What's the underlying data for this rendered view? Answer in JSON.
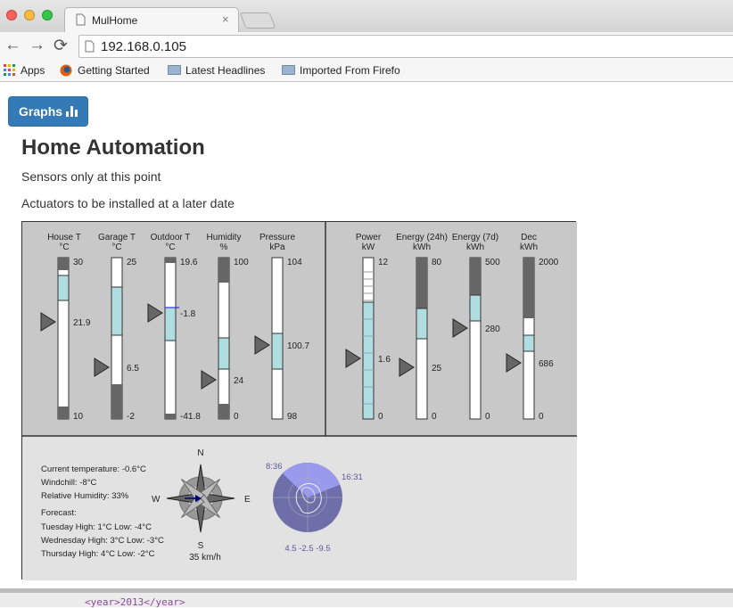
{
  "browser": {
    "tab_title": "MulHome",
    "tab_close": "×",
    "url": "192.168.0.105",
    "back": "←",
    "forward": "→",
    "reload": "⟳",
    "bookmarks": [
      {
        "label": "Apps",
        "icon": "apps-grid-icon"
      },
      {
        "label": "Getting Started",
        "icon": "firefox-icon"
      },
      {
        "label": "Latest Headlines",
        "icon": "folder-icon"
      },
      {
        "label": "Imported From Firefo",
        "icon": "folder-icon"
      }
    ]
  },
  "page": {
    "button_label": "Graphs",
    "title": "Home Automation",
    "line1": "Sensors only at this point",
    "line2": "Actuators to be installed at a later date"
  },
  "gauges": [
    {
      "label1": "House T",
      "label2": "°C",
      "max": "30",
      "min": "10",
      "value": "21.9"
    },
    {
      "label1": "Garage T",
      "label2": "°C",
      "max": "25",
      "min": "-2",
      "value": "6.5"
    },
    {
      "label1": "Outdoor T",
      "label2": "°C",
      "max": "19.6",
      "min": "-41.8",
      "value": "-1.8"
    },
    {
      "label1": "Humidity",
      "label2": "%",
      "max": "100",
      "min": "0",
      "value": "24"
    },
    {
      "label1": "Pressure",
      "label2": "kPa",
      "max": "104",
      "min": "98",
      "value": "100.7"
    },
    {
      "label1": "Power",
      "label2": "kW",
      "max": "12",
      "min": "0",
      "value": "1.6"
    },
    {
      "label1": "Energy (24h)",
      "label2": "kWh",
      "max": "80",
      "min": "0",
      "value": "25"
    },
    {
      "label1": "Energy (7d)",
      "label2": "kWh",
      "max": "500",
      "min": "0",
      "value": "280"
    },
    {
      "label1": "Dec",
      "label2": "kWh",
      "max": "2000",
      "min": "0",
      "value": "686"
    }
  ],
  "weather": {
    "current": "Current temperature: -0.6°C",
    "windchill": "Windchill: -8°C",
    "humidity": "Relative Humidity: 33%",
    "forecast_label": "Forecast:",
    "forecast": [
      "Tuesday  High: 1°C Low: -4°C",
      "Wednesday  High: 3°C Low: -3°C",
      "Thursday  High: 4°C Low: -2°C"
    ]
  },
  "compass": {
    "n": "N",
    "s": "S",
    "e": "E",
    "w": "W",
    "speed": "35 km/h"
  },
  "sun": {
    "sunrise": "8:36",
    "sunset": "16:31",
    "values": "4.5  -2.5 -9.5"
  },
  "bottom_text": "<year>2013</year>",
  "colors": {
    "button": "#337ab7",
    "gauge_fill": "#b0dde0",
    "gauge_dark": "#666666",
    "sun_dark": "#6e6ea8",
    "sun_light": "#9999ee",
    "text_blue": "#5a5a9a"
  }
}
